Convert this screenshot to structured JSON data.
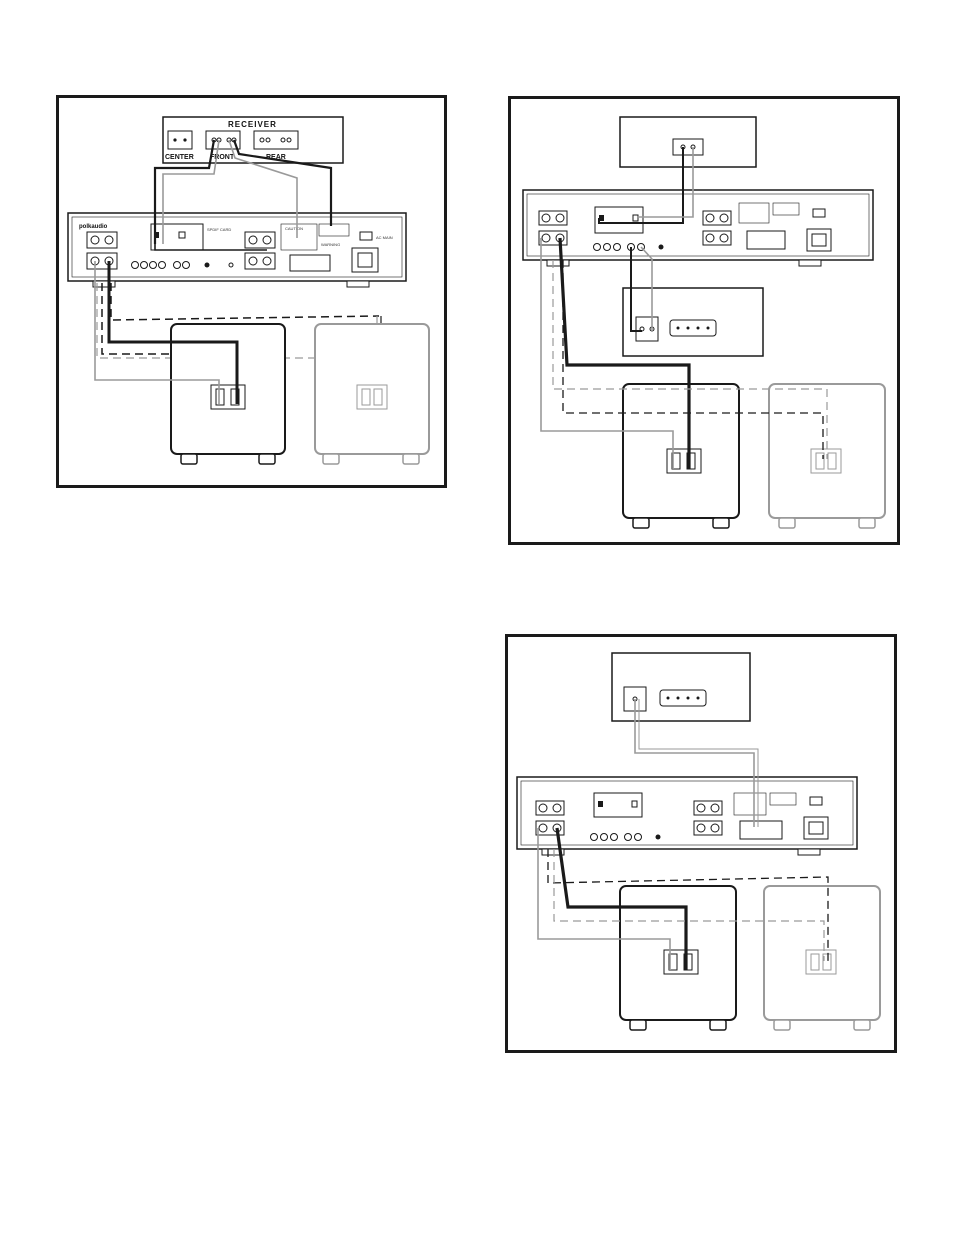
{
  "receiver": {
    "title": "RECEIVER",
    "channels": [
      "CENTER",
      "FRONT",
      "REAR"
    ]
  },
  "amp": {
    "brand": "polkaudio",
    "ac_label": "AC MAIN",
    "spdif_label": "SPDIF CARD",
    "caution_label": "CAUTION",
    "warning_label": "WARNING"
  },
  "colors": {
    "primary_wire": "#000000",
    "secondary_wire": "#9a9a9a",
    "outline": "#1a1a1a",
    "ghost": "#9a9a9a"
  }
}
